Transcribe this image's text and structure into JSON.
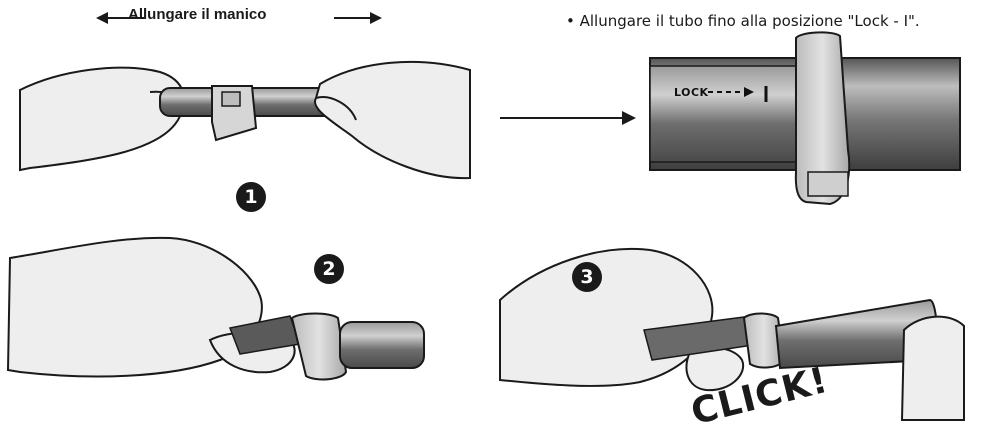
{
  "header": {
    "instruction_left": "Allungare il manico",
    "instruction_right": "• Allungare il tubo fino alla posizione  \"Lock - I\"."
  },
  "detail": {
    "lock_label": "LOCK"
  },
  "steps": [
    {
      "number": "1"
    },
    {
      "number": "2"
    },
    {
      "number": "3"
    }
  ],
  "sound_label": "CLICK!",
  "colors": {
    "tube_dark": "#6e6e6e",
    "tube_light": "#c8c8c8",
    "hand_fill": "#eeeeee",
    "outline": "#1a1a1a"
  }
}
